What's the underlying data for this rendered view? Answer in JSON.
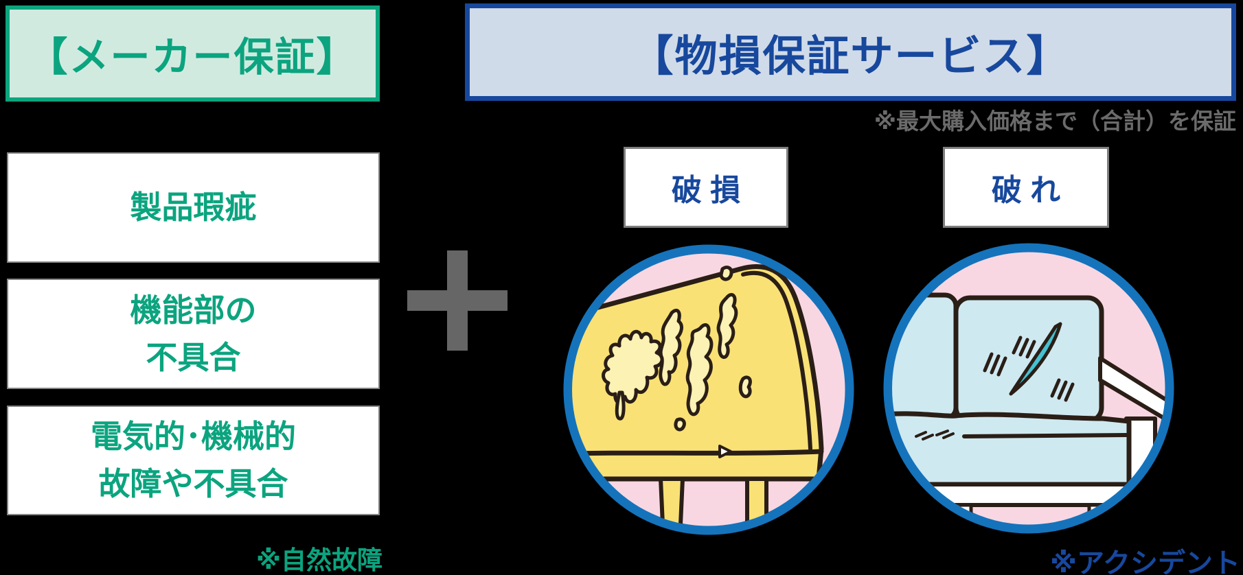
{
  "colors": {
    "background": "#000000",
    "maker_accent": "#0ca57d",
    "maker_header_bg": "#d1eae0",
    "maker_text": "#0ba47f",
    "busson_accent": "#17489d",
    "busson_header_bg": "#d0dbe9",
    "note_gray": "#6b6b6b",
    "plus_gray": "#666666",
    "ring_blue": "#1573bb",
    "pink": "#f8d7e2",
    "table_yellow": "#f9e175",
    "peel_yellow": "#fcf2b4",
    "sofa_blue": "#cfe9f1",
    "tear_teal": "#45c1d2",
    "outline_dark": "#2a1e16",
    "box_border_gray": "#848484"
  },
  "left_panel": {
    "title": "【メーカー保証】",
    "items": [
      {
        "lines": [
          "製品瑕疵"
        ]
      },
      {
        "lines": [
          "機能部の",
          "不具合"
        ]
      },
      {
        "lines": [
          "電気的･機械的",
          "故障や不具合"
        ]
      }
    ],
    "note": "※自然故障"
  },
  "separator": {
    "icon": "plus"
  },
  "right_panel": {
    "title": "【物損保証サービス】",
    "note_top": "※最大購入価格まで（合計）を保証",
    "figures": [
      {
        "label": "破 損",
        "illustration": "damaged-table"
      },
      {
        "label": "破 れ",
        "illustration": "torn-sofa"
      }
    ],
    "note_bottom": "※アクシデント"
  }
}
